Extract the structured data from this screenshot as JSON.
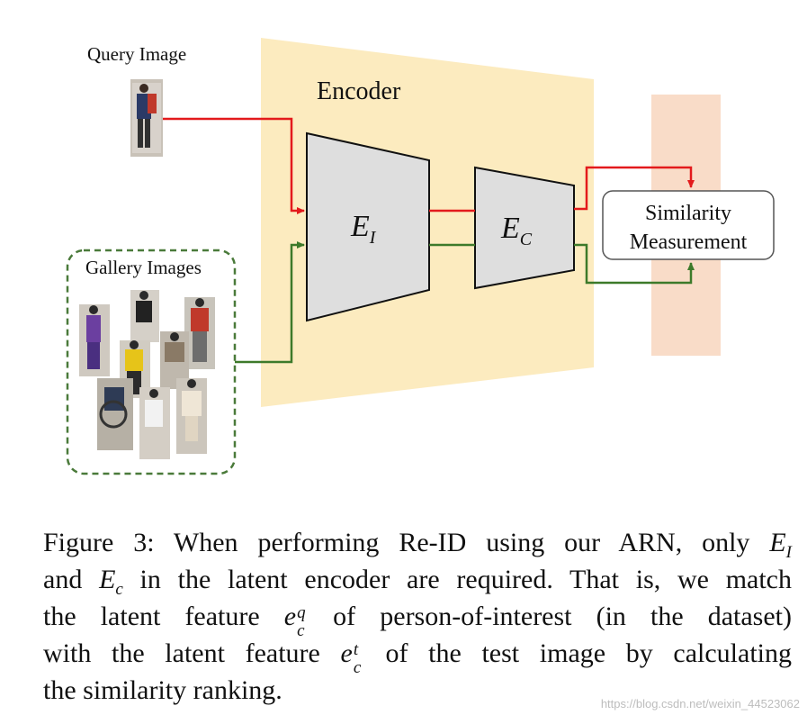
{
  "diagram": {
    "query_label": "Query Image",
    "gallery_label": "Gallery Images",
    "encoder_label": "Encoder",
    "ei_label": "E",
    "ei_sub": "I",
    "ec_label": "E",
    "ec_sub": "C",
    "similarity_line1": "Similarity",
    "similarity_line2": "Measurement",
    "colors": {
      "encoder_fill": "#fcebbf",
      "similarity_band": "#f9dcc8",
      "block_fill": "#dedede",
      "query_arrow": "#e31a1c",
      "gallery_arrow": "#3d7a2a",
      "gallery_border": "#4a7a3a"
    }
  },
  "caption": {
    "l1_a": "Figure 3: When performing Re-ID using our ARN, only ",
    "l1_var": "E",
    "l1_sub": "I",
    "l2_pre": "and ",
    "l2_var": "E",
    "l2_sub": "c",
    "l2_post": " in the latent encoder are required. That is, we match",
    "l3_pre": "the latent feature ",
    "l3_var": "e",
    "l3_sup": "q",
    "l3_sub": "c",
    "l3_post": " of person-of-interest (in the dataset)",
    "l4_pre": "with the latent feature ",
    "l4_var": "e",
    "l4_sup": "t",
    "l4_sub": "c",
    "l4_post": " of the test image by calculating",
    "l5": "the similarity ranking."
  },
  "watermark": "https://blog.csdn.net/weixin_44523062"
}
